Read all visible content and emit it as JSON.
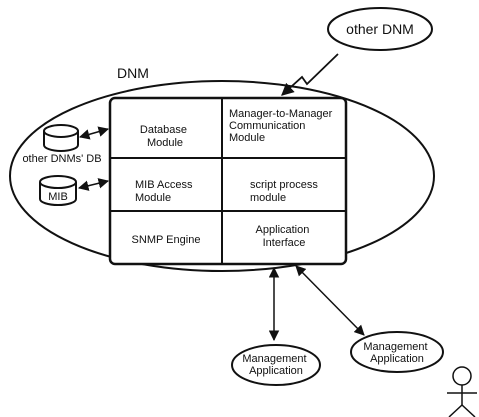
{
  "external": {
    "other_dnm": "other DNM"
  },
  "dnm": {
    "label": "DNM"
  },
  "stores": {
    "db_label": "other DNMs' DB",
    "mib_label": "MIB"
  },
  "modules": {
    "database": [
      "Database",
      "Module"
    ],
    "m2m": [
      "Manager-to-Manager",
      "Communication",
      "Module"
    ],
    "mib_access": [
      "MIB Access",
      "Module"
    ],
    "script": [
      "script process",
      "module"
    ],
    "snmp": [
      "SNMP Engine"
    ],
    "app_interface": [
      "Application",
      "Interface"
    ]
  },
  "apps": {
    "left": [
      "Management",
      "Application"
    ],
    "right": [
      "Management",
      "Application"
    ]
  }
}
